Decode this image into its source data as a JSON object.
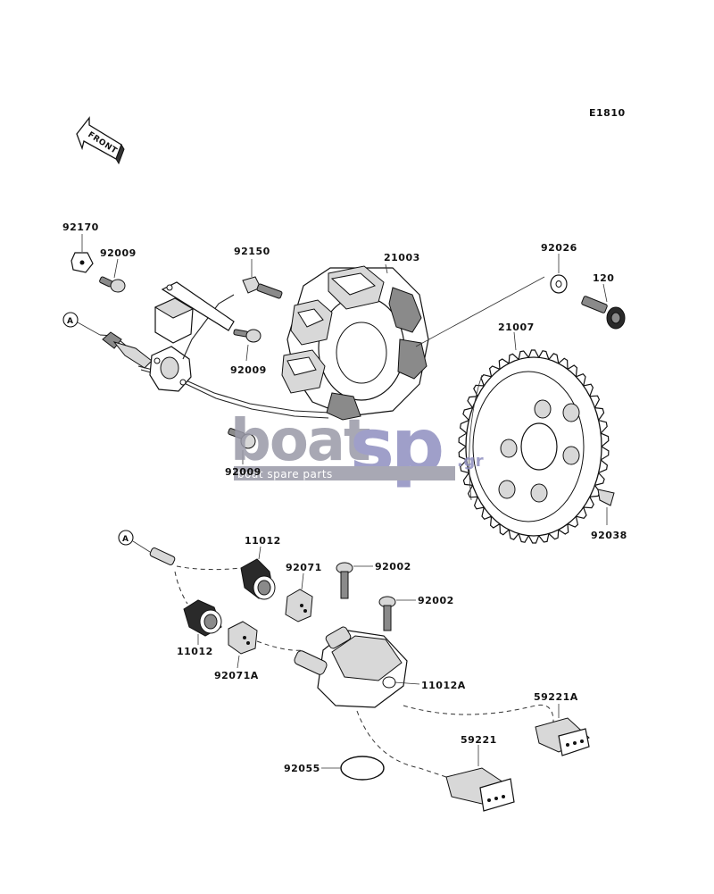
{
  "diagram": {
    "code": "E1810",
    "front_label": "FRONT",
    "ref_marker": "A",
    "parts": [
      {
        "id": "p92170",
        "number": "92170"
      },
      {
        "id": "p92009a",
        "number": "92009"
      },
      {
        "id": "p92150",
        "number": "92150"
      },
      {
        "id": "p21003",
        "number": "21003"
      },
      {
        "id": "p92026",
        "number": "92026"
      },
      {
        "id": "p120",
        "number": "120"
      },
      {
        "id": "p21007",
        "number": "21007"
      },
      {
        "id": "p92009b",
        "number": "92009"
      },
      {
        "id": "p92009c",
        "number": "92009"
      },
      {
        "id": "p92038",
        "number": "92038"
      },
      {
        "id": "p11012a",
        "number": "11012"
      },
      {
        "id": "p92071",
        "number": "92071"
      },
      {
        "id": "p92002a",
        "number": "92002"
      },
      {
        "id": "p92002b",
        "number": "92002"
      },
      {
        "id": "p11012b",
        "number": "11012"
      },
      {
        "id": "p92071A",
        "number": "92071A"
      },
      {
        "id": "p11012A",
        "number": "11012A"
      },
      {
        "id": "p59221A",
        "number": "59221A"
      },
      {
        "id": "p59221",
        "number": "59221"
      },
      {
        "id": "p92055",
        "number": "92055"
      }
    ]
  },
  "watermark": {
    "brand_left": "boat",
    "brand_right": "sp",
    "tagline": "boat spare parts",
    "suffix": ".gr",
    "color_gray": "#9a9aa8",
    "color_blue": "#8f8fc0"
  }
}
